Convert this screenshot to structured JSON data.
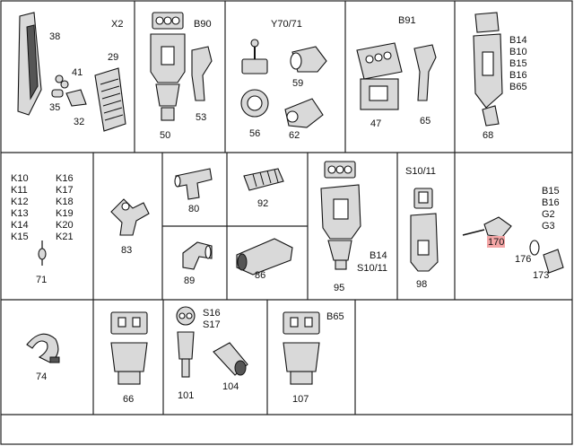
{
  "cells": {
    "c1": {
      "title": "X2",
      "parts": [
        "38",
        "41",
        "29",
        "35",
        "32"
      ]
    },
    "c2": {
      "title": "B90",
      "parts": [
        "50",
        "53"
      ]
    },
    "c3": {
      "title": "Y70/71",
      "parts": [
        "59",
        "56",
        "62"
      ]
    },
    "c4": {
      "title": "B91",
      "parts": [
        "47",
        "65"
      ]
    },
    "c5": {
      "title_lines": [
        "B14",
        "B10",
        "B15",
        "B16",
        "B65"
      ],
      "parts": [
        "68"
      ]
    },
    "c6": {
      "col1": [
        "K10",
        "K11",
        "K12",
        "K13",
        "K14",
        "K15"
      ],
      "col2": [
        "K16",
        "K17",
        "K18",
        "K19",
        "K20",
        "K21"
      ],
      "parts": [
        "71"
      ]
    },
    "c7": {
      "parts": [
        "83"
      ]
    },
    "c8": {
      "parts": [
        "80"
      ]
    },
    "c9": {
      "parts": [
        "92"
      ]
    },
    "c10": {
      "parts": [
        "89"
      ]
    },
    "c11": {
      "parts": [
        "86"
      ]
    },
    "c12": {
      "title_lines": [
        "B14",
        "S10/11"
      ],
      "parts": [
        "95"
      ]
    },
    "c13": {
      "title": "S10/11",
      "parts": [
        "98"
      ]
    },
    "c14": {
      "title_lines": [
        "B15",
        "B16",
        "G2",
        "G3"
      ],
      "parts": [
        "170",
        "176",
        "173"
      ],
      "highlight": "170"
    },
    "c15": {
      "parts": [
        "74"
      ]
    },
    "c16": {
      "parts": [
        "66"
      ]
    },
    "c17": {
      "title_lines": [
        "S16",
        "S17"
      ],
      "parts": [
        "101",
        "104"
      ]
    },
    "c18": {
      "title": "B65",
      "parts": [
        "107"
      ]
    }
  },
  "colors": {
    "line": "#222222",
    "part_fill": "#d9d9d9",
    "highlight": "#f4a6a6"
  }
}
